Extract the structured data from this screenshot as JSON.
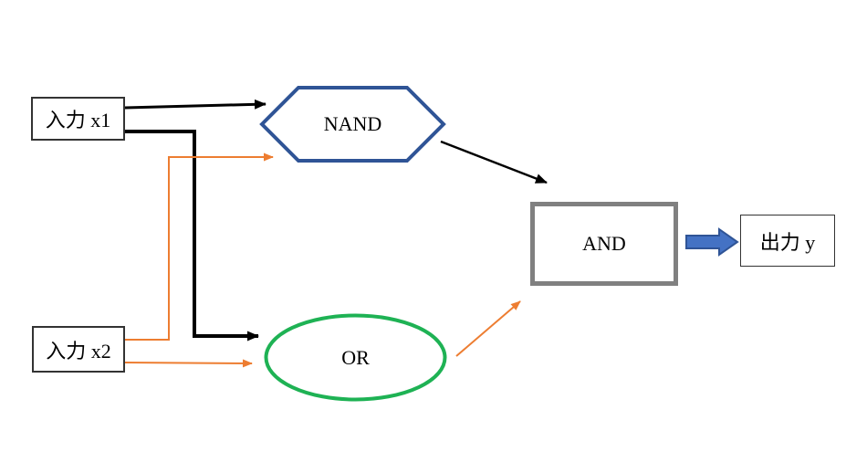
{
  "diagram": {
    "nodes": {
      "input_x1": {
        "label": "入力 x1",
        "shape": "rectangle"
      },
      "input_x2": {
        "label": "入力 x2",
        "shape": "rectangle"
      },
      "nand": {
        "label": "NAND",
        "shape": "hexagon"
      },
      "or": {
        "label": "OR",
        "shape": "ellipse"
      },
      "and": {
        "label": "AND",
        "shape": "rectangle"
      },
      "output_y": {
        "label": "出力 y",
        "shape": "rectangle"
      }
    },
    "connectors": [
      {
        "from": "input_x1",
        "to": "nand",
        "style": "straight",
        "color": "black"
      },
      {
        "from": "input_x1",
        "to": "or",
        "style": "elbow",
        "color": "black"
      },
      {
        "from": "input_x2",
        "to": "nand",
        "style": "elbow",
        "color": "orange"
      },
      {
        "from": "input_x2",
        "to": "or",
        "style": "straight",
        "color": "orange"
      },
      {
        "from": "nand",
        "to": "and",
        "style": "straight",
        "color": "black"
      },
      {
        "from": "or",
        "to": "and",
        "style": "straight",
        "color": "orange"
      },
      {
        "from": "and",
        "to": "output_y",
        "style": "block-arrow",
        "color": "blue"
      }
    ],
    "colors": {
      "background": "#FFFFFF",
      "connector_black": "#000000",
      "connector_orange": "#ED7D31",
      "nand_border": "#2F5496",
      "or_border": "#1EB254",
      "and_border": "#808080",
      "block_arrow_fill": "#4472C4",
      "block_arrow_border": "#2F5496",
      "io_box_border": "#333333"
    }
  }
}
